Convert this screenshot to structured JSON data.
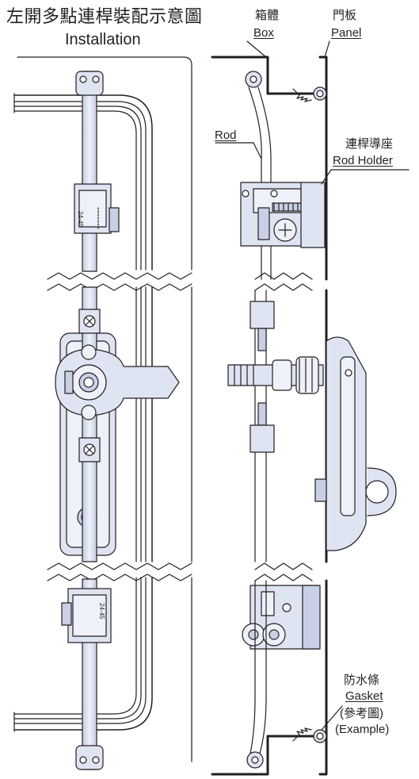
{
  "title": {
    "chinese": "左開多點連桿裝配示意圖",
    "english": "Installation"
  },
  "labels": {
    "box_cn": "箱體",
    "box_en": "Box",
    "panel_cn": "門板",
    "panel_en": "Panel",
    "rod": "Rod",
    "rod_holder_cn": "連桿導座",
    "rod_holder_en": "Rod Holder",
    "gasket_cn": "防水條",
    "gasket_en": "Gasket",
    "example_cn": "(參考圖)",
    "example_en": "(Example)"
  },
  "part_marks": {
    "top_holder": "24-45",
    "bottom_holder": "24-45"
  },
  "colors": {
    "line": "#231f20",
    "part_fill": "#dfe4f3",
    "part_fill_dark": "#c9d0e6",
    "background": "#ffffff"
  }
}
